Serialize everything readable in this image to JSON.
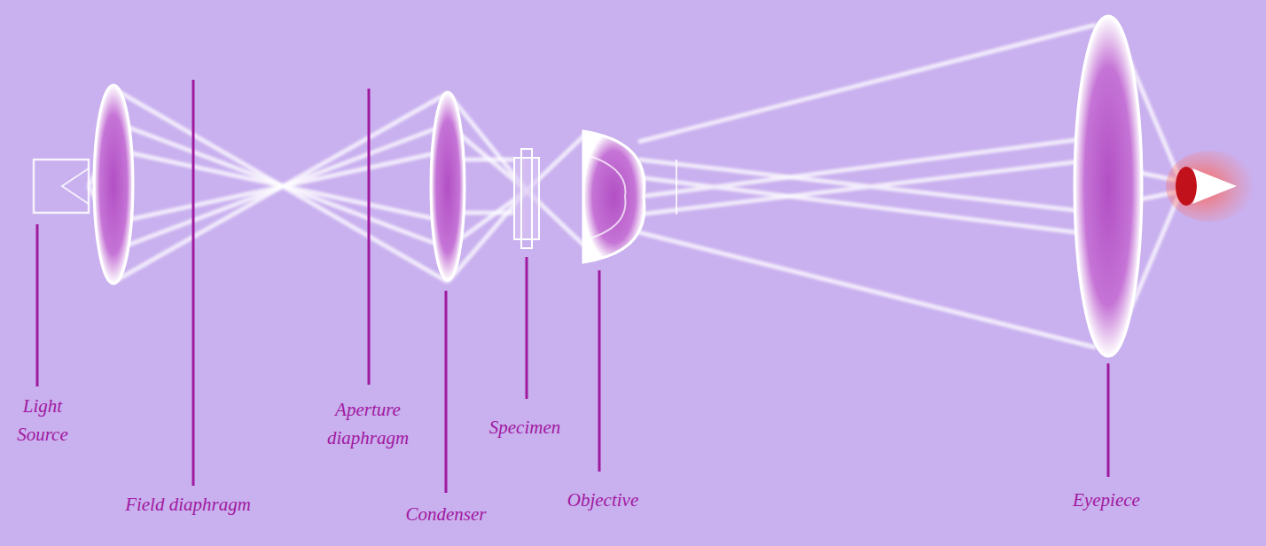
{
  "diagram": {
    "labels": [
      "Light Source",
      "Field diaphragm",
      "Aperture diaphragm",
      "Specimen",
      "Condenser",
      "Objective",
      "Eyepiece"
    ]
  }
}
